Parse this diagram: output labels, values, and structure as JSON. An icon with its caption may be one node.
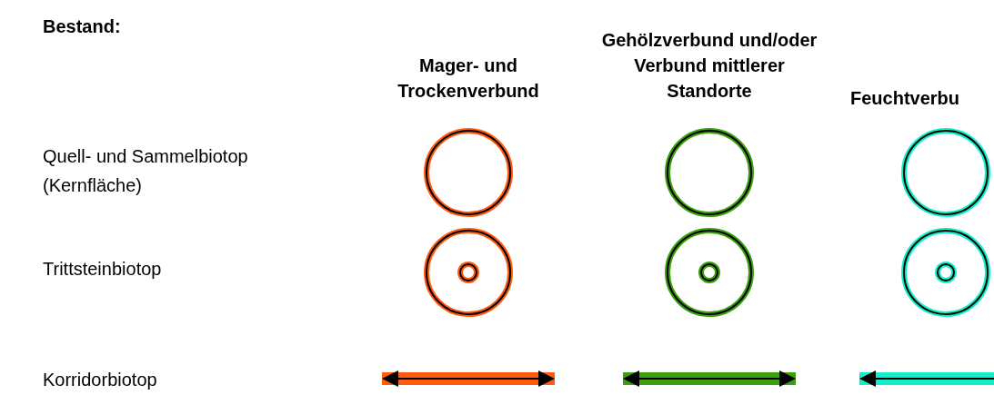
{
  "diagram": {
    "labels": [
      "Bestand:",
      "Mager- und Trockenverbund",
      "Gehölzverbund und/oder Verbund mittlerer Standorte",
      "Feuchtverbu",
      "Quell- und Sammelbiotop (Kernfläche)",
      "Trittsteinbiotop",
      "Korridorbiotop"
    ]
  }
}
